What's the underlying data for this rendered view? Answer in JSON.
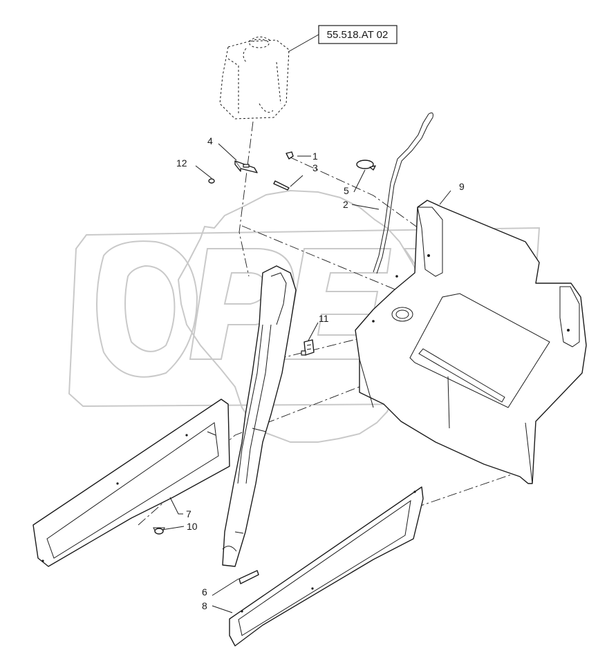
{
  "reference": {
    "label": "55.518.AT 02"
  },
  "watermark": {
    "text": "OPEX"
  },
  "callouts": [
    {
      "id": "c1",
      "text": "1"
    },
    {
      "id": "c2",
      "text": "2"
    },
    {
      "id": "c3",
      "text": "3"
    },
    {
      "id": "c4",
      "text": "4"
    },
    {
      "id": "c5",
      "text": "5"
    },
    {
      "id": "c6",
      "text": "6"
    },
    {
      "id": "c7",
      "text": "7"
    },
    {
      "id": "c8",
      "text": "8"
    },
    {
      "id": "c9",
      "text": "9"
    },
    {
      "id": "c10",
      "text": "10"
    },
    {
      "id": "c11",
      "text": "11"
    },
    {
      "id": "c12",
      "text": "12"
    }
  ]
}
